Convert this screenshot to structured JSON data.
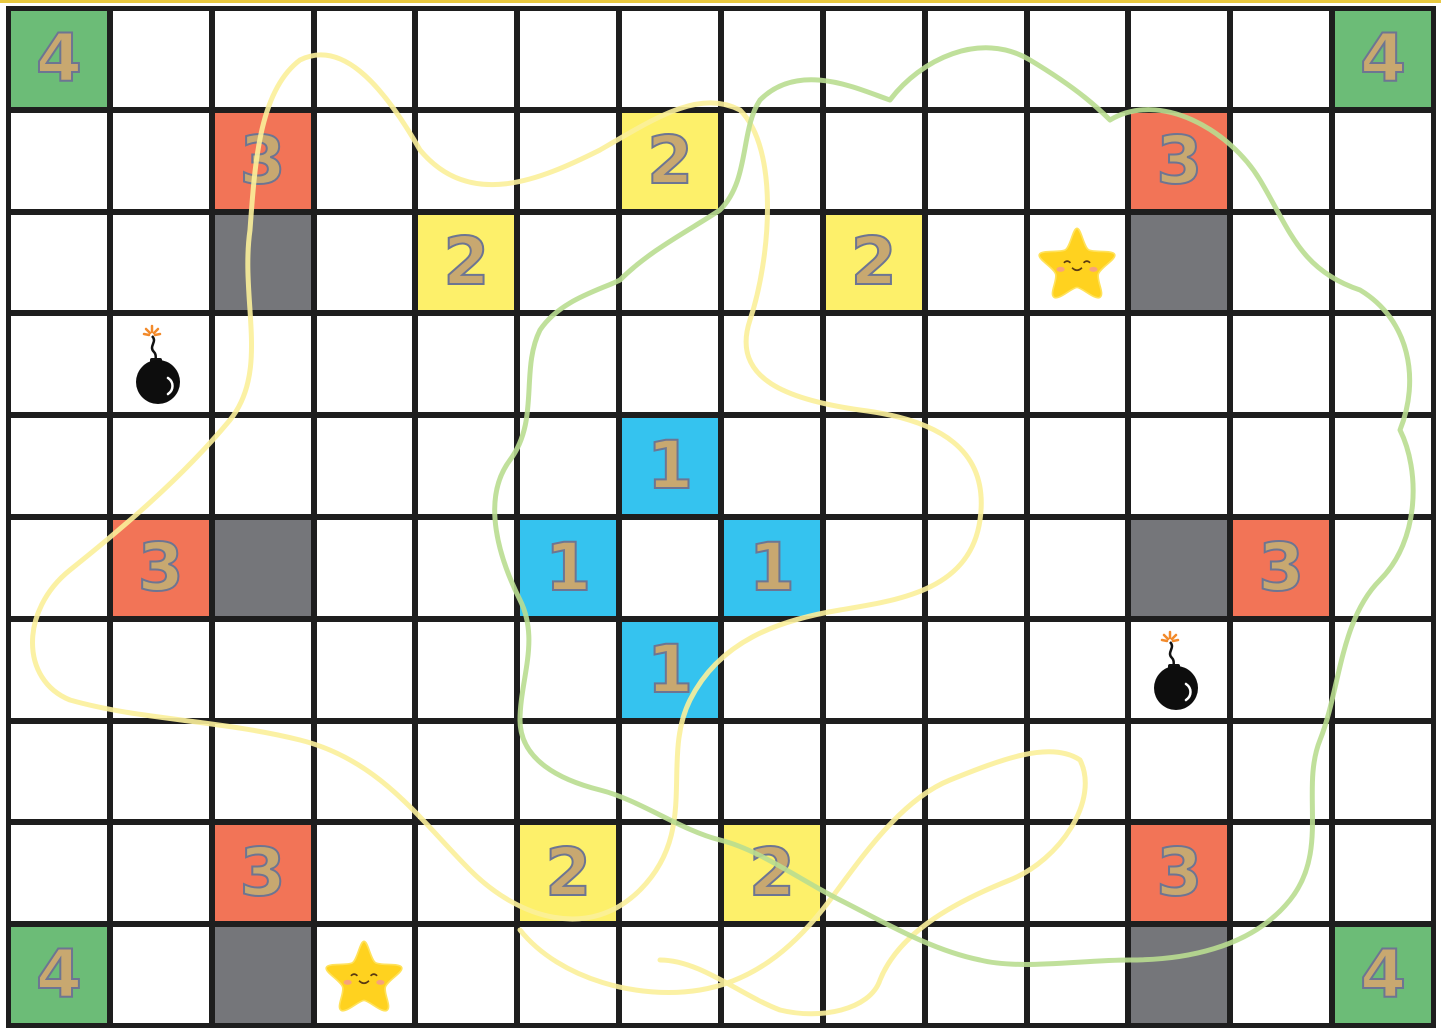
{
  "board": {
    "columns": 14,
    "rows": 10,
    "colors": {
      "grid_lines": "#1e1e1e",
      "empty": "#ffffff",
      "tile_1": "#35c3ef",
      "tile_2": "#fdf06a",
      "tile_3": "#f27457",
      "tile_4": "#6cbc77",
      "block": "#75767a",
      "number_fill": "#c8a870",
      "number_outline": "#6d7592",
      "trail_yellow": "#fbf09a",
      "trail_green": "#b9dd90"
    },
    "cells": [
      {
        "row": 0,
        "col": 0,
        "kind": "tile",
        "value": "4"
      },
      {
        "row": 0,
        "col": 13,
        "kind": "tile",
        "value": "4"
      },
      {
        "row": 1,
        "col": 2,
        "kind": "tile",
        "value": "3"
      },
      {
        "row": 1,
        "col": 6,
        "kind": "tile",
        "value": "2"
      },
      {
        "row": 1,
        "col": 11,
        "kind": "tile",
        "value": "3"
      },
      {
        "row": 2,
        "col": 2,
        "kind": "block"
      },
      {
        "row": 2,
        "col": 4,
        "kind": "tile",
        "value": "2"
      },
      {
        "row": 2,
        "col": 8,
        "kind": "tile",
        "value": "2"
      },
      {
        "row": 2,
        "col": 10,
        "kind": "icon",
        "icon": "star-icon"
      },
      {
        "row": 2,
        "col": 11,
        "kind": "block"
      },
      {
        "row": 3,
        "col": 1,
        "kind": "icon",
        "icon": "bomb-icon"
      },
      {
        "row": 4,
        "col": 6,
        "kind": "tile",
        "value": "1"
      },
      {
        "row": 5,
        "col": 1,
        "kind": "tile",
        "value": "3"
      },
      {
        "row": 5,
        "col": 2,
        "kind": "block"
      },
      {
        "row": 5,
        "col": 5,
        "kind": "tile",
        "value": "1"
      },
      {
        "row": 5,
        "col": 7,
        "kind": "tile",
        "value": "1"
      },
      {
        "row": 5,
        "col": 11,
        "kind": "block"
      },
      {
        "row": 5,
        "col": 12,
        "kind": "tile",
        "value": "3"
      },
      {
        "row": 6,
        "col": 6,
        "kind": "tile",
        "value": "1"
      },
      {
        "row": 6,
        "col": 11,
        "kind": "icon",
        "icon": "bomb-icon"
      },
      {
        "row": 8,
        "col": 2,
        "kind": "tile",
        "value": "3"
      },
      {
        "row": 8,
        "col": 5,
        "kind": "tile",
        "value": "2"
      },
      {
        "row": 8,
        "col": 7,
        "kind": "tile",
        "value": "2"
      },
      {
        "row": 8,
        "col": 11,
        "kind": "tile",
        "value": "3"
      },
      {
        "row": 9,
        "col": 0,
        "kind": "tile",
        "value": "4"
      },
      {
        "row": 9,
        "col": 2,
        "kind": "block"
      },
      {
        "row": 9,
        "col": 3,
        "kind": "icon",
        "icon": "star-icon"
      },
      {
        "row": 9,
        "col": 11,
        "kind": "block"
      },
      {
        "row": 9,
        "col": 13,
        "kind": "tile",
        "value": "4"
      }
    ]
  }
}
